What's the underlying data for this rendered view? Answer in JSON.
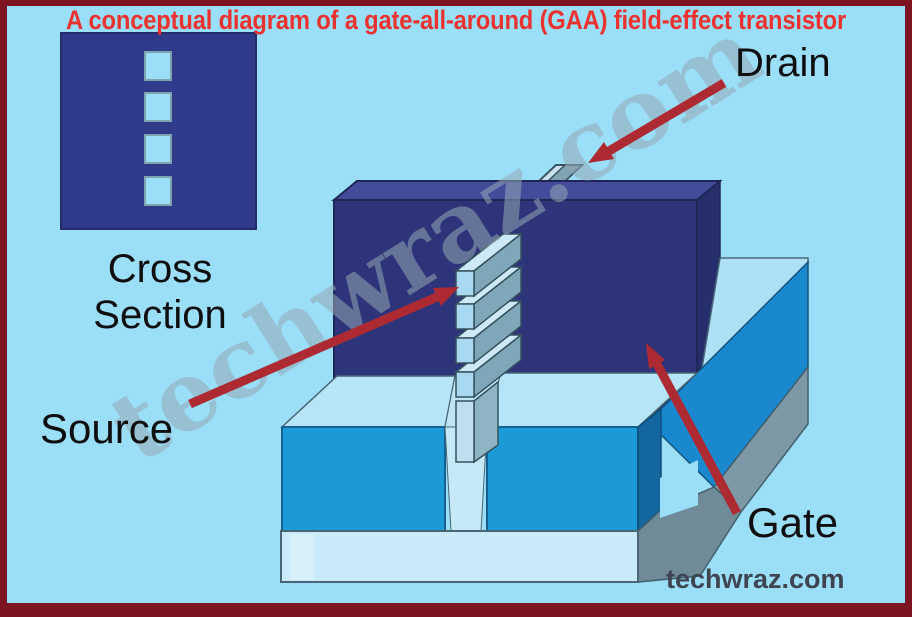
{
  "title": "A conceptual diagram of a gate-all-around (GAA) field-effect transistor",
  "inset": {
    "label_line1": "Cross",
    "label_line2": "Section",
    "square_count": 4
  },
  "annotations": {
    "source": "Source",
    "drain": "Drain",
    "gate": "Gate"
  },
  "watermark": {
    "diagonal_text": "techwraz.com",
    "corner_text": "techwraz.com"
  },
  "structure": {
    "type": "gate-all-around field-effect transistor (3D isometric view)",
    "nanosheet_count": 4,
    "parts": [
      "gate block",
      "nanosheet channel stack",
      "drain contact tab",
      "substrate",
      "fin"
    ]
  },
  "colors": {
    "background": "#9bdef8",
    "frame_border": "#7d1422",
    "title_red": "#ea322f",
    "gate_front": "#2d3479",
    "gate_top": "#424c9b",
    "gate_side": "#272e6c",
    "cross_section_box": "#2f3a8a",
    "substrate_front_blue": "#1b9ad8",
    "substrate_top_pale": "#b6e4f8",
    "substrate_bottom_pale": "#c9eaf8",
    "substrate_right_dark": "#14669f",
    "fin_blue": "#1a88cf",
    "side_gray": "#7e99a6",
    "nanosheet_front": "#a9d9f2",
    "nanosheet_top": "#cde9f7",
    "nanosheet_side": "#7fa6b9",
    "arrow_red": "#ad2a32",
    "label_black": "#0e0e0e",
    "watermark_gray": "rgba(148,168,180,0.55)",
    "corner_text_gray": "#3e4550"
  }
}
